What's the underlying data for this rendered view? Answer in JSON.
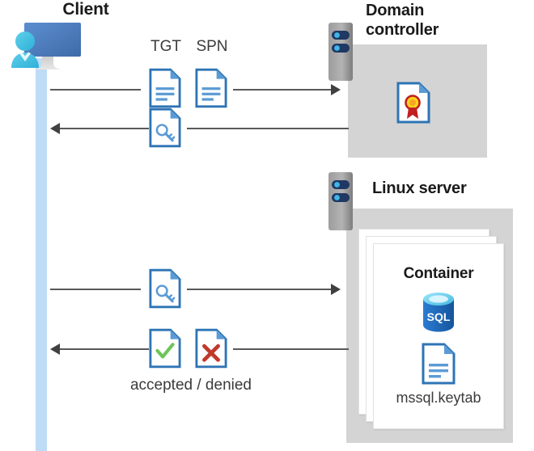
{
  "diagram": {
    "title": "Kerberos authentication flow: client, domain controller, Linux server container",
    "background": "#ffffff"
  },
  "colors": {
    "lifeline": "#bfdcf7",
    "zone_gray": "#d4d4d4",
    "rack_gray": "#8a8a8a",
    "rack_pill": "#1f3864",
    "rack_dot": "#41b6e6",
    "doc_blue": "#2e74b5",
    "doc_fold": "#5b9bd5",
    "arrow": "#404040",
    "line": "#595959",
    "sql_blue": "#1b6ec2",
    "sql_top": "#6fd4f2",
    "check_green": "#6fc45a",
    "cross_red": "#c0392b",
    "seal_yellow": "#ffd21e",
    "ribbon_red": "#c0201f",
    "monitor_blue": "#4a78b5",
    "person_cyan": "#41bfe0",
    "text_dark": "#1a1a1a",
    "text_body": "#3b3b3b",
    "card_white": "#ffffff"
  },
  "actors": {
    "client": {
      "label": "Client",
      "icon": "client-computer-icon"
    },
    "domain_controller": {
      "label": "Domain\ncontroller",
      "label_line1": "Domain",
      "label_line2": "controller",
      "icon": "server-rack-icon",
      "contents": [
        {
          "name": "certificate-document-icon",
          "label": ""
        }
      ]
    },
    "linux_server": {
      "label": "Linux server",
      "icon": "server-rack-icon",
      "container": {
        "label": "Container",
        "stack_count": 3,
        "contents": [
          {
            "name": "sql-database-icon",
            "label": "SQL"
          },
          {
            "name": "keytab-document-icon",
            "label": "mssql.keytab"
          }
        ]
      }
    }
  },
  "messages": [
    {
      "id": "msg-1",
      "direction": "right",
      "from": "client",
      "to": "domain_controller",
      "icons": [
        {
          "name": "tgt-document-icon",
          "label": "TGT"
        },
        {
          "name": "spn-document-icon",
          "label": "SPN"
        }
      ]
    },
    {
      "id": "msg-2",
      "direction": "left",
      "from": "domain_controller",
      "to": "client",
      "icons": [
        {
          "name": "service-ticket-key-document-icon",
          "label": ""
        }
      ]
    },
    {
      "id": "msg-3",
      "direction": "right",
      "from": "client",
      "to": "linux_server",
      "icons": [
        {
          "name": "service-ticket-key-document-icon",
          "label": ""
        }
      ]
    },
    {
      "id": "msg-4",
      "direction": "left",
      "from": "linux_server",
      "to": "client",
      "caption": "accepted / denied",
      "icons": [
        {
          "name": "accepted-check-document-icon",
          "label": ""
        },
        {
          "name": "denied-cross-document-icon",
          "label": ""
        }
      ]
    }
  ],
  "labels": {
    "tgt": "TGT",
    "spn": "SPN",
    "verdict": "accepted / denied",
    "keytab": "mssql.keytab",
    "sql": "SQL",
    "container": "Container",
    "client": "Client",
    "dc_line1": "Domain",
    "dc_line2": "controller",
    "linux": "Linux server"
  }
}
